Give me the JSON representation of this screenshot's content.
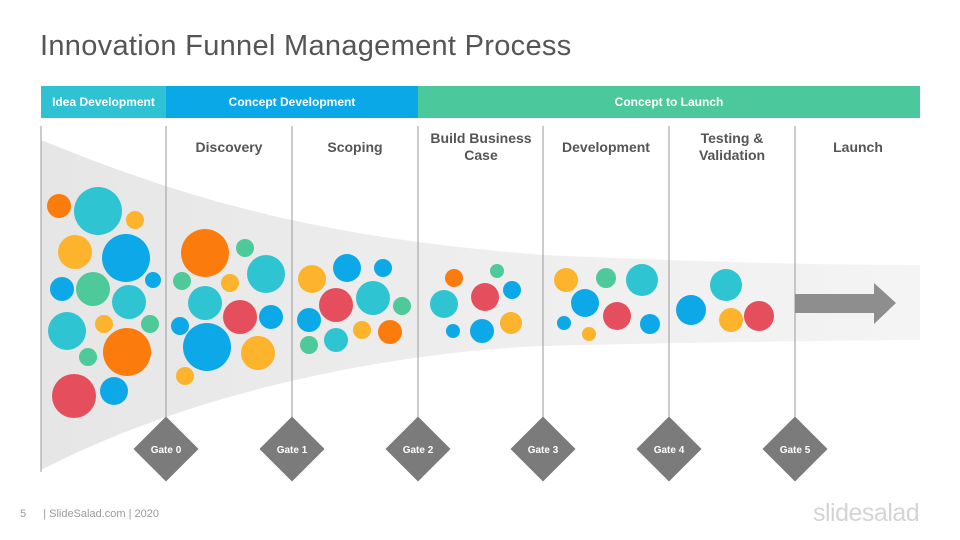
{
  "title": "Innovation Funnel Management Process",
  "bands": {
    "idea": "Idea Development",
    "concept": "Concept Development",
    "launch": "Concept to Launch"
  },
  "stages": {
    "discovery": "Discovery",
    "scoping": "Scoping",
    "build_line1": "Build Business",
    "build_line2": "Case",
    "development": "Development",
    "testing_line1": "Testing &",
    "testing_line2": "Validation",
    "launch": "Launch"
  },
  "gates": [
    "Gate 0",
    "Gate 1",
    "Gate 2",
    "Gate 3",
    "Gate 4",
    "Gate 5"
  ],
  "footer": {
    "page_number": "5",
    "credit": "| SlideSalad.com | 2020"
  },
  "logo": "slidesalad",
  "colors": {
    "orange": "#fb7b0c",
    "teal": "#2ec4d2",
    "blue": "#0ca8e8",
    "yellow": "#fdb32b",
    "green": "#4dc99a",
    "red": "#e54e5c",
    "gate": "#7b7b7b",
    "arrow": "#8e8e8e"
  }
}
